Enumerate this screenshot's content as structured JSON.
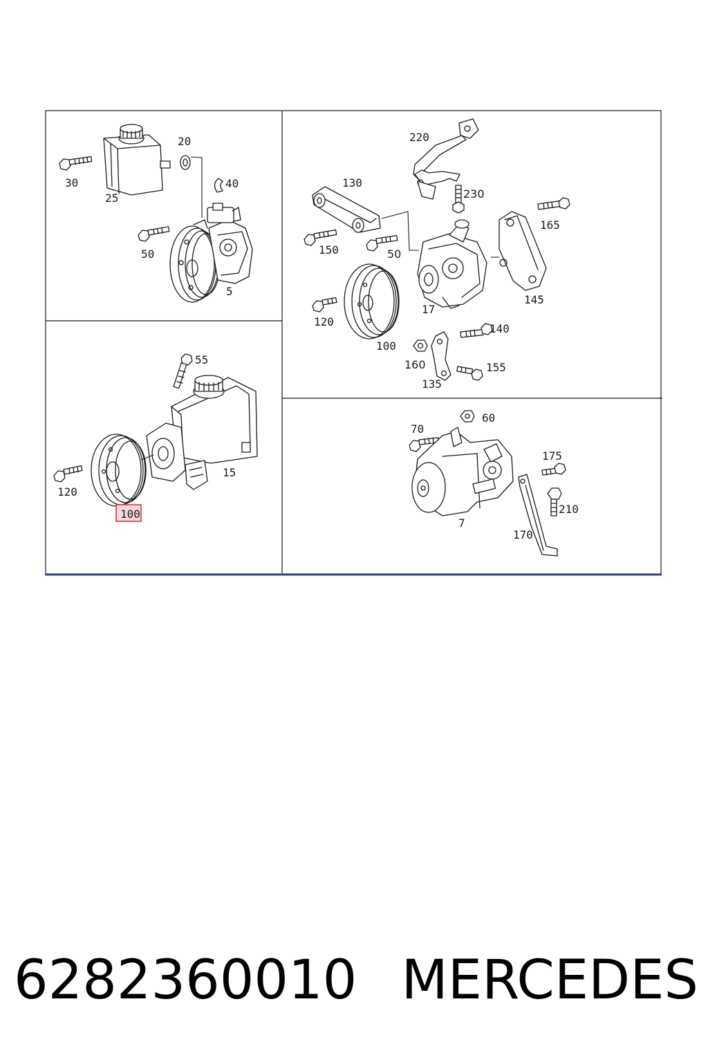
{
  "footer": {
    "part_number": "6282360010",
    "brand": "MERCEDES"
  },
  "colors": {
    "frame": "#1a1a1a",
    "bottom_rule": "#3a3f8f",
    "highlight": "#e03030",
    "highlight_fill": "#f8dada"
  },
  "panels": {
    "top_left": {
      "labels": [
        "20",
        "30",
        "25",
        "40",
        "50",
        "5"
      ]
    },
    "bottom_left": {
      "labels": [
        "55",
        "15",
        "120",
        "100"
      ],
      "highlighted_label": "100"
    },
    "right_top": {
      "labels": [
        "220",
        "130",
        "230",
        "165",
        "150",
        "50",
        "120",
        "17",
        "145",
        "100",
        "140",
        "160",
        "155",
        "135"
      ]
    },
    "right_bottom": {
      "labels": [
        "60",
        "70",
        "175",
        "210",
        "7",
        "170"
      ]
    }
  }
}
